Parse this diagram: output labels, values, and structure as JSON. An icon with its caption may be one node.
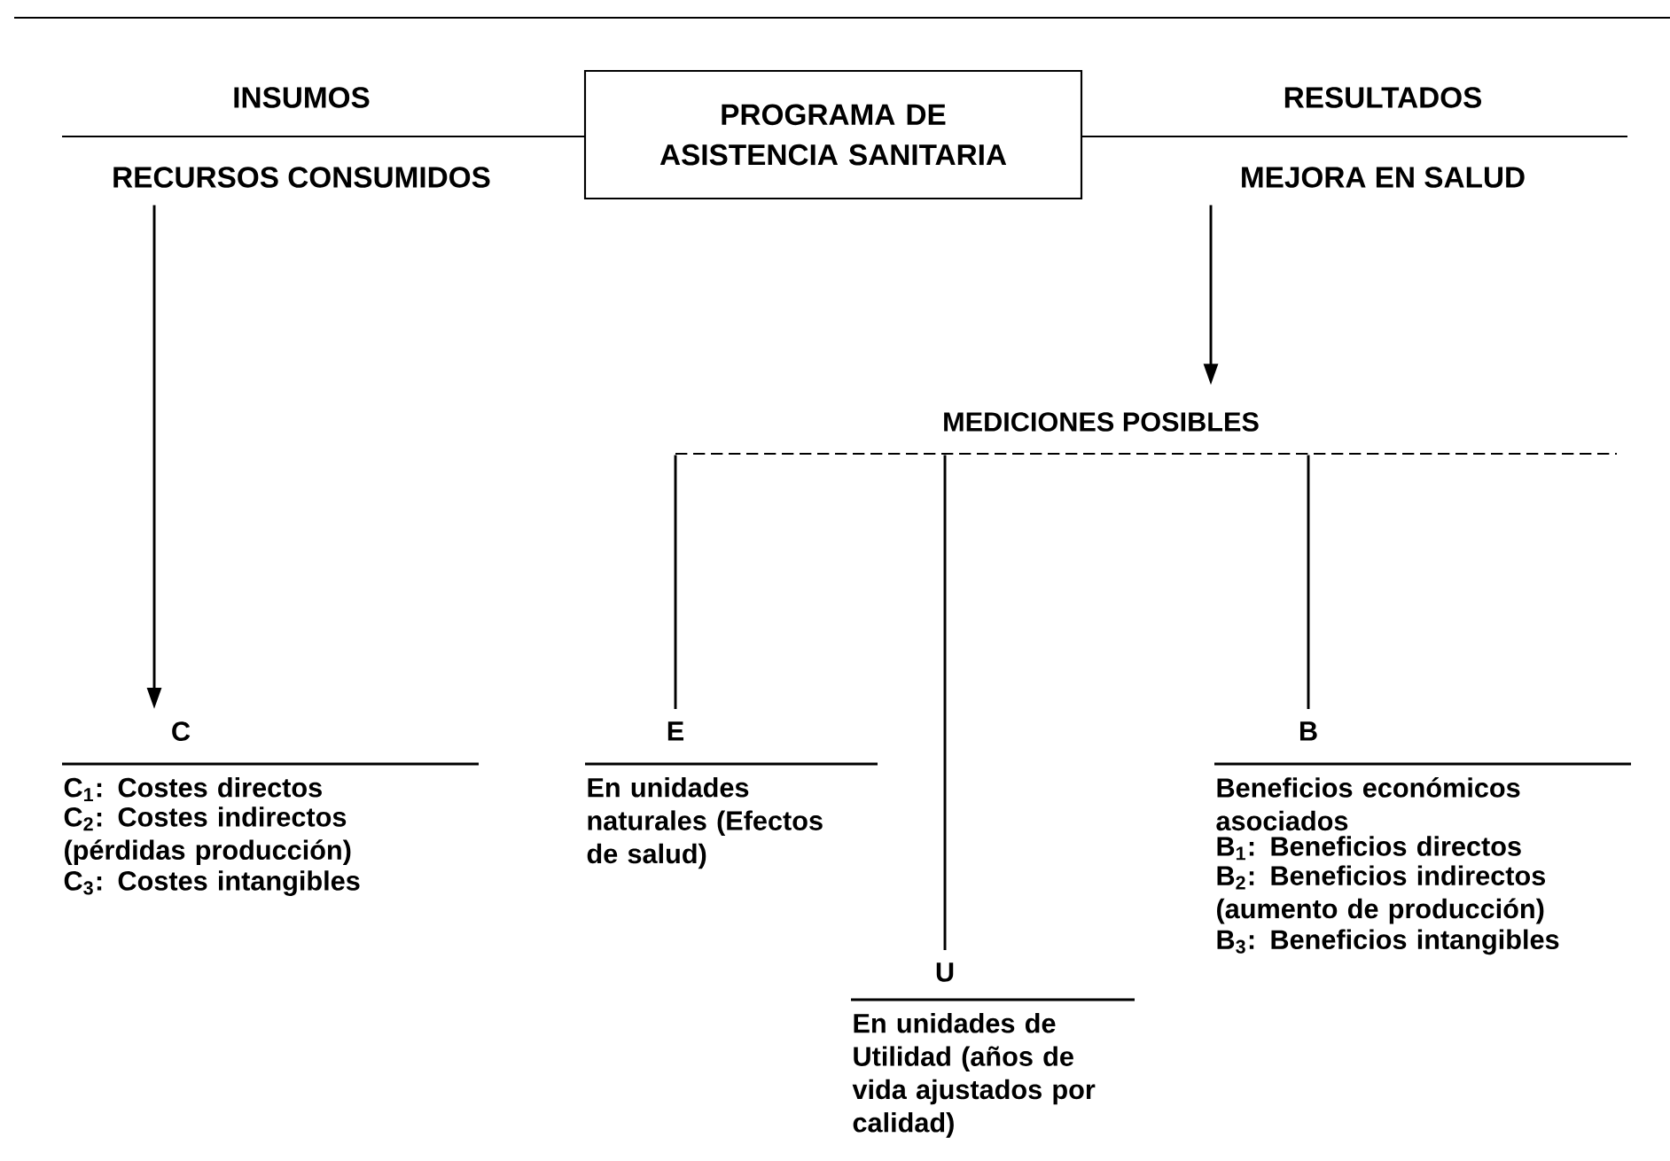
{
  "diagram": {
    "nodes": [
      {
        "text": [
          "PROGRAMA DE ASISTENCIA SANITARIA"
        ]
      },
      {
        "text": [
          "INSUMOS",
          "RECURSOS CONSUMIDOS"
        ]
      },
      {
        "text": [
          "RESULTADOS",
          "MEJORA EN SALUD"
        ]
      },
      {
        "text": [
          "MEDICIONES POSIBLES"
        ]
      },
      {
        "text": [
          "C",
          "C$_{1}$: Costes directos",
          "C$_{2}$: Costes indirectos (pérdidas producción)",
          "C$_{3}$: Costes intangibles"
        ]
      },
      {
        "text": [
          "E",
          "En unidades naturales (Efectos de salud)"
        ]
      },
      {
        "text": [
          "U",
          "En unidades de Utilidad (años de vida ajustados por calidad)"
        ]
      },
      {
        "text": [
          "B",
          "Beneficios económicos asociados",
          "B$_{1}$: Beneficios directos",
          "B$_{2}$: Beneficios indirectos (aumento de producción)",
          "B$_{3}$: Beneficios intangibles"
        ]
      }
    ],
    "edges": [
      {
        "from": 1,
        "to": 4,
        "arrow": "to"
      },
      {
        "from": 2,
        "to": 3,
        "arrow": "to"
      },
      {
        "from": 3,
        "to": 5,
        "arrow": "none"
      },
      {
        "from": 3,
        "to": 6,
        "arrow": "none"
      },
      {
        "from": 3,
        "to": 7,
        "arrow": "none"
      }
    ]
  }
}
